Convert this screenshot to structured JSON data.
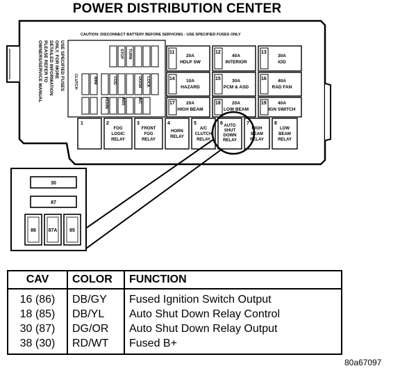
{
  "title": "POWER DISTRIBUTION CENTER",
  "warning": "CAUTION: DISCONNECT BATTERY BEFORE SERVICING - USE SPECIFIED FUSES ONLY",
  "side_note": [
    "USE SPECIFIED FUSES",
    "ONLY. FOR MORE",
    "DETAILED INFORMATION",
    "PLEASE REFER TO",
    "OWNERS/SERVICE MANUAL"
  ],
  "small_fuses": [
    "STOP",
    "TURN",
    "MINI",
    "FOG",
    "DOOR",
    "LOCK",
    "HORN",
    "CLUTCH",
    "ABS",
    "A/C"
  ],
  "cells": {
    "c11": {
      "num": "11",
      "amp": "20A",
      "name": "HDLP SW"
    },
    "c12": {
      "num": "12",
      "amp": "40A",
      "name": "INTERIOR"
    },
    "c13": {
      "num": "13",
      "amp": "30A",
      "name": "IOD"
    },
    "c14": {
      "num": "14",
      "amp": "10A",
      "name": "HAZARD"
    },
    "c15": {
      "num": "15",
      "amp": "30A",
      "name": "PCM & ASD"
    },
    "c16": {
      "num": "16",
      "amp": "40A",
      "name": "RAD FAN"
    },
    "c17": {
      "num": "17",
      "amp": "20A",
      "name": "HIGH BEAM"
    },
    "c18": {
      "num": "18",
      "amp": "20A",
      "name": "LOW BEAM"
    },
    "c19": {
      "num": "19",
      "amp": "40A",
      "name": "IGN SWITCH"
    }
  },
  "relays": [
    {
      "num": "1",
      "name": ""
    },
    {
      "num": "2",
      "name": "FOG LOGIC RELAY"
    },
    {
      "num": "3",
      "name": "FRONT FOG RELAY"
    },
    {
      "num": "4",
      "name": "HORN RELAY"
    },
    {
      "num": "5",
      "name": "A/C CLUTCH RELAY"
    },
    {
      "num": "6",
      "name": "AUTO SHUT DOWN RELAY"
    },
    {
      "num": "7",
      "name": "HIGH BEAM RELAY"
    },
    {
      "num": "8",
      "name": "LOW BEAM RELAY"
    }
  ],
  "connector": {
    "pins": [
      "30",
      "87",
      "86",
      "87A",
      "85"
    ]
  },
  "table": {
    "headers": [
      "CAV",
      "COLOR",
      "FUNCTION"
    ],
    "rows": [
      {
        "cav": "16 (86)",
        "color": "DB/GY",
        "function": "Fused Ignition Switch Output"
      },
      {
        "cav": "18 (85)",
        "color": "DB/YL",
        "function": "Auto Shut Down Relay Control"
      },
      {
        "cav": "30 (87)",
        "color": "DG/OR",
        "function": "Auto Shut Down Relay Output"
      },
      {
        "cav": "38 (30)",
        "color": "RD/WT",
        "function": "Fused B+"
      }
    ]
  },
  "figure_id": "80a67097"
}
